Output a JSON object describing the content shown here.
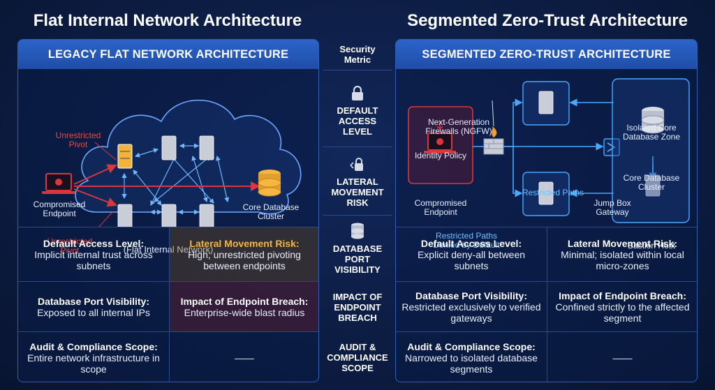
{
  "titles": {
    "left": "Flat Internal Network Architecture",
    "right": "Segmented Zero-Trust Architecture"
  },
  "left_panel": {
    "header": "LEGACY FLAT NETWORK ARCHITECTURE",
    "diagram": {
      "pivot_top": "Unrestricted\nPivot",
      "pivot_bottom": "Unrestricted\nPivot",
      "compromised": "Compromised\nEndpoint",
      "database": "Core Database\nCluster",
      "network": "(Flat Internal Network)"
    },
    "cells": {
      "default_access": {
        "h": "Default Access Level:",
        "t": "Implicit internal trust across subnets"
      },
      "lateral": {
        "h": "Lateral Movement Risk:",
        "t": "High; unrestricted pivoting between endpoints"
      },
      "db_port": {
        "h": "Database Port Visibility:",
        "t": "Exposed to all internal IPs"
      },
      "breach": {
        "h": "Impact of Endpoint Breach:",
        "t": "Enterprise-wide blast radius"
      },
      "audit": {
        "h": "Audit & Compliance Scope:",
        "t": "Entire network infrastructure in scope"
      },
      "empty": "——"
    }
  },
  "center": {
    "header": "Security\nMetric",
    "metrics": [
      "DEFAULT\nACCESS\nLEVEL",
      "LATERAL\nMOVEMENT\nRISK",
      "DATABASE\nPORT\nVISIBILITY",
      "IMPACT OF\nENDPOINT\nBREACH",
      "AUDIT &\nCOMPLIANCE\nSCOPE"
    ]
  },
  "right_panel": {
    "header": "SEGMENTED ZERO-TRUST ARCHITECTURE",
    "diagram": {
      "ngfw": "Next-Generation\nFirewalls (NGFW)",
      "identity": "Identity Policy",
      "compromised": "Compromised\nEndpoint",
      "restricted": "Restricted Paths",
      "denied": "Restricted Paths\nDenied by Default",
      "isolated": "Isolated Core\nDatabase Zone",
      "database": "Core Database\nCluster",
      "jump": "Jump Box\nGateway",
      "bastion": "Bastion Host"
    },
    "cells": {
      "default_access": {
        "h": "Default Access Level:",
        "t": "Explicit deny-all between subnets"
      },
      "lateral": {
        "h": "Lateral Movement Risk:",
        "t": "Minimal; isolated within local micro-zones"
      },
      "db_port": {
        "h": "Database Port Visibility:",
        "t": "Restricted exclusively to verified gateways"
      },
      "breach": {
        "h": "Impact of Endpoint Breach:",
        "t": "Confined strictly to the affected segment"
      },
      "audit": {
        "h": "Audit & Compliance Scope:",
        "t": "Narrowed to isolated database segments"
      },
      "empty": "——"
    }
  },
  "colors": {
    "accent_blue": "#2b63c9",
    "risk_red": "#d9363e",
    "amber": "#f5b642",
    "path_blue": "#4aa8ff"
  }
}
